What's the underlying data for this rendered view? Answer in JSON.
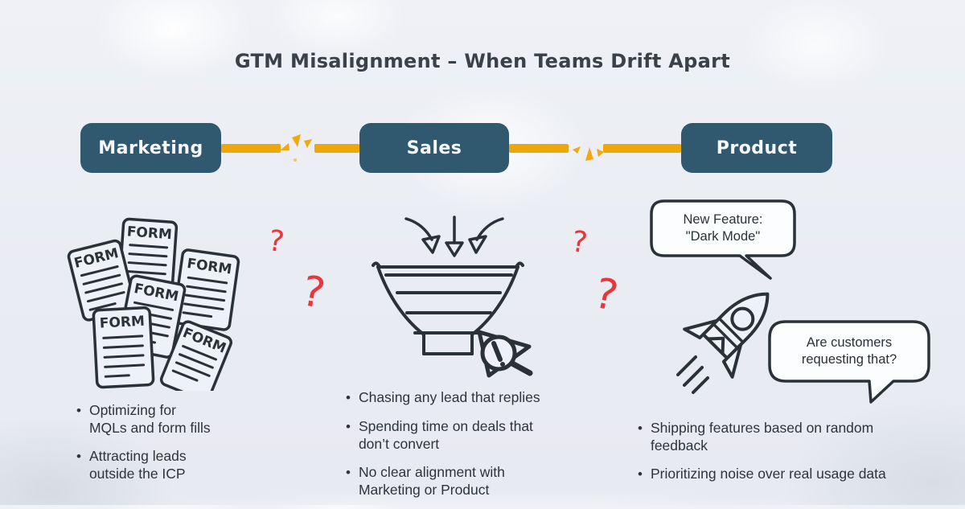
{
  "title": "GTM Misalignment – When Teams Drift Apart",
  "form_label": "FORM",
  "question_mark_glyph": "?",
  "colors": {
    "team_box_bg": "#30596f",
    "team_box_text": "#f5f7f9",
    "connector": "#eda70b",
    "question_mark": "#e8363d",
    "illustration_ink": "#2b3138",
    "body_text": "#2f343a",
    "background": "#e9ecf2"
  },
  "teams": [
    {
      "label": "Marketing",
      "icon": "form-papers-icon",
      "bullets": [
        [
          "Optimizing for",
          "MQLs and form fills"
        ],
        [
          "Attracting leads",
          "outside the ICP"
        ]
      ]
    },
    {
      "label": "Sales",
      "icon": "funnel-icon",
      "bullets": [
        [
          "Chasing any lead that replies"
        ],
        [
          "Spending time on deals that",
          "don’t convert"
        ],
        [
          "No clear alignment with",
          "Marketing or Product"
        ]
      ]
    },
    {
      "label": "Product",
      "icon": "rocket-icon",
      "bullets": [
        [
          "Shipping features based on random",
          "feedback"
        ],
        [
          "Prioritizing noise over real usage data"
        ]
      ]
    }
  ],
  "speech_bubbles": [
    {
      "lines": [
        "New Feature:",
        "\"Dark Mode\""
      ]
    },
    {
      "lines": [
        "Are customers",
        "requesting that?"
      ]
    }
  ]
}
